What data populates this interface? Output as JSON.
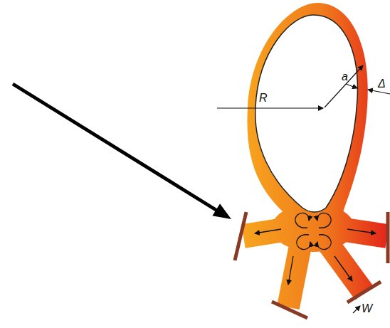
{
  "diagram": {
    "labels": [
      "R",
      "a",
      "Δ",
      "W"
    ]
  }
}
